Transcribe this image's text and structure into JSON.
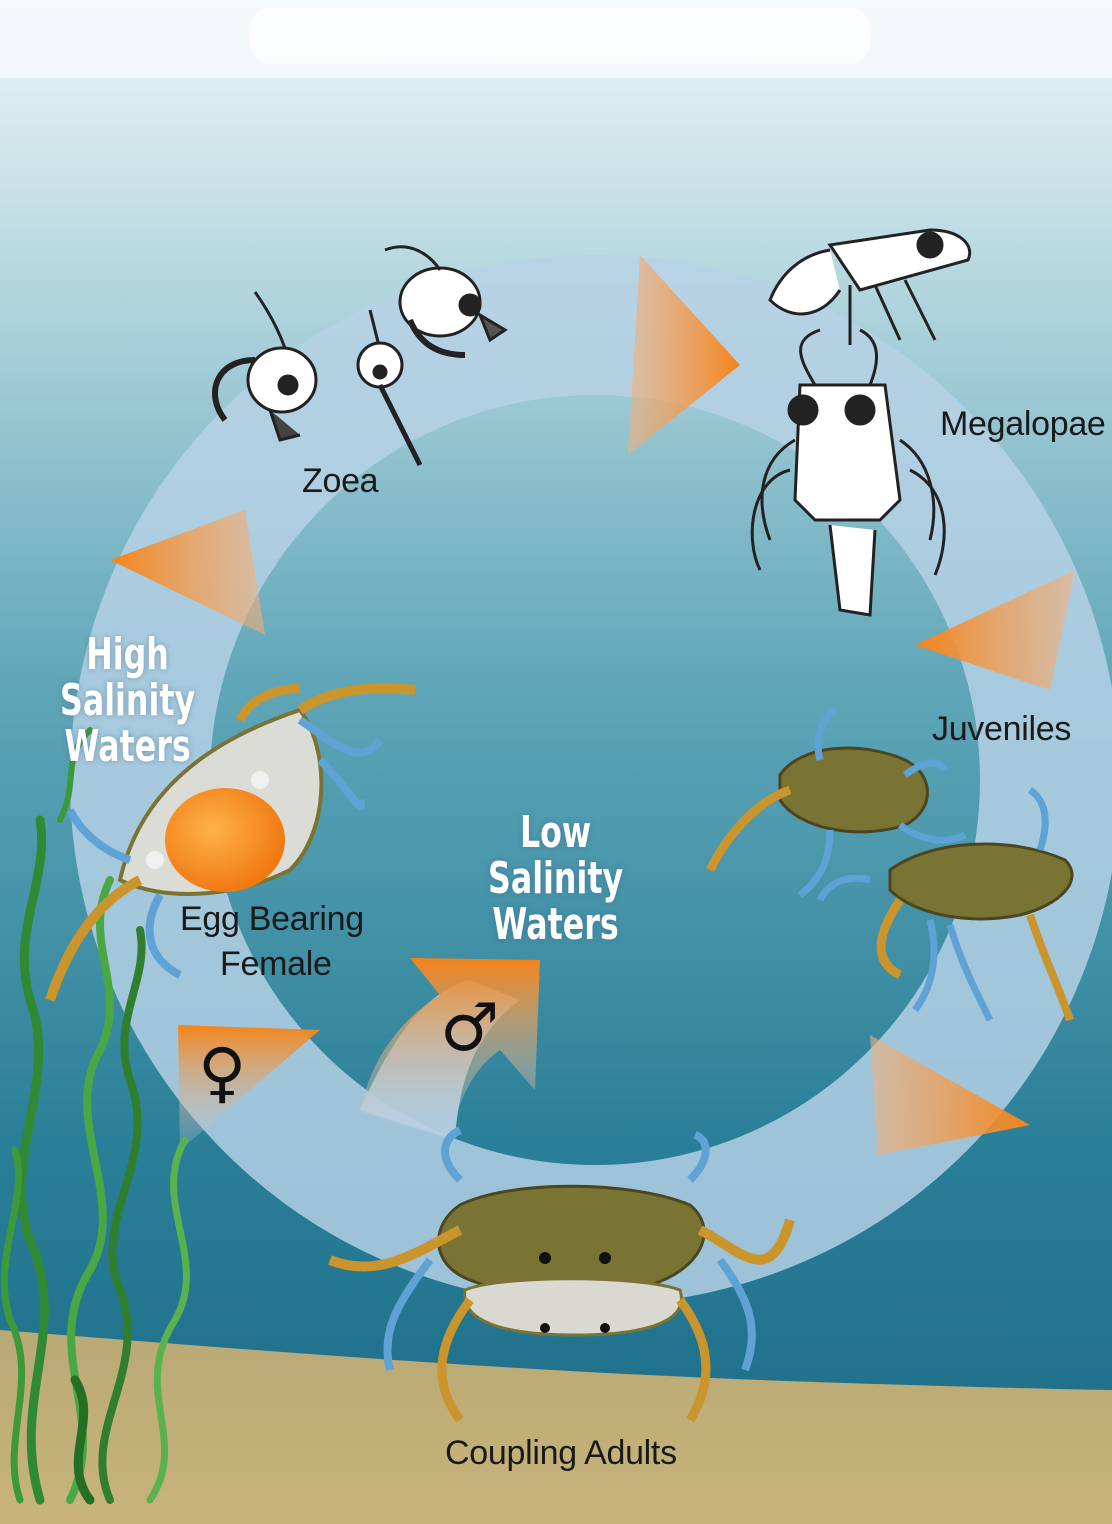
{
  "stages": {
    "zoea": "Zoea",
    "megalopae": "Megalopae",
    "juveniles": "Juveniles",
    "coupling_adults": "Coupling Adults",
    "egg_bearing_female_line1": "Egg Bearing",
    "egg_bearing_female_line2": "Female"
  },
  "zones": {
    "high_line1": "High",
    "high_line2": "Salinity",
    "high_line3": "Waters",
    "low_line1": "Low",
    "low_line2": "Salinity",
    "low_line3": "Waters"
  },
  "symbols": {
    "female": "♀",
    "male": "♂"
  },
  "colors": {
    "water_top": "#dcecf0",
    "water_deep": "#1f6f8c",
    "cycle_ring": "#b9d3e8",
    "arrow_orange": "#f58a1f",
    "sand": "#c4b07a",
    "seagrass": "#3f9a3a",
    "crab_shell": "#7a7434",
    "crab_legs": "#5fa3d6"
  }
}
